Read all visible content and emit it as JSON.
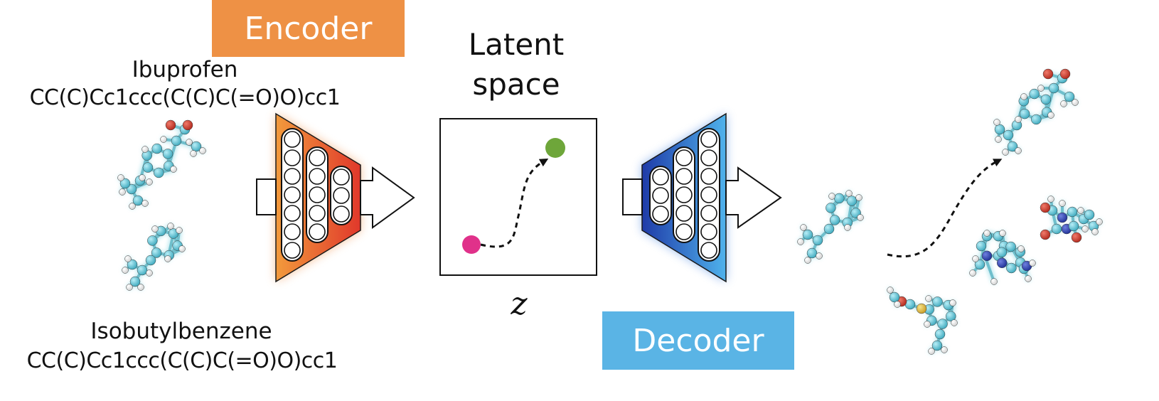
{
  "encoder": {
    "label": "Encoder",
    "color": "#EE9145"
  },
  "decoder": {
    "label": "Decoder",
    "color": "#5AB4E5"
  },
  "latent": {
    "title_line1": "Latent",
    "title_line2": "space",
    "variable": "z",
    "start_point_color": "#E0318A",
    "end_point_color": "#6EA63A"
  },
  "molecules": {
    "top": {
      "name": "Ibuprofen",
      "smiles": "CC(C)Cc1ccc(C(C)C(=O)O)cc1"
    },
    "bottom": {
      "name": "Isobutylbenzene",
      "smiles": "CC(C)Cc1ccc(C(C)C(=O)O)cc1"
    }
  },
  "colors": {
    "carbon": "#4CB8CC",
    "oxygen": "#C0392B",
    "nitrogen": "#2B3FA8",
    "hydrogen": "#F4F4F4",
    "sulfur": "#D9B43A"
  }
}
